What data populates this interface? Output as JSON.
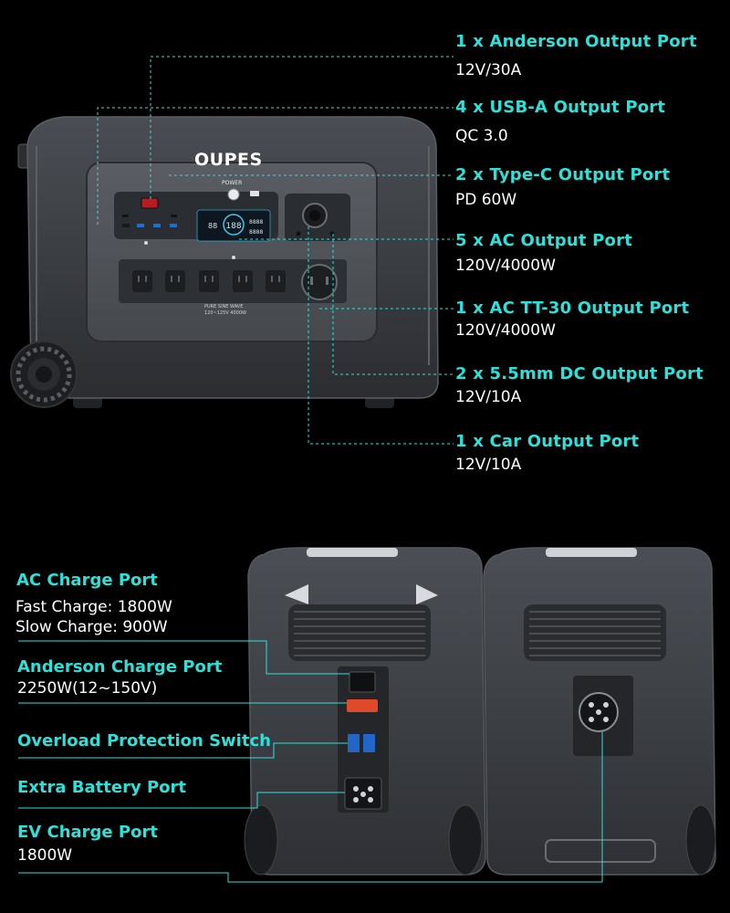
{
  "brand": "OUPES",
  "device_labels": {
    "power": "POWER",
    "pure_sine": "PURE SINE WAVE",
    "rated": "120~125V 4000W"
  },
  "front_ports": [
    {
      "title": "1 x Anderson Output Port",
      "spec": "12V/30A"
    },
    {
      "title": "4 x USB-A Output Port",
      "spec": "QC 3.0"
    },
    {
      "title": "2 x Type-C Output Port",
      "spec": "PD 60W"
    },
    {
      "title": "5 x AC Output Port",
      "spec": "120V/4000W"
    },
    {
      "title": "1 x AC TT-30 Output Port",
      "spec": "120V/4000W"
    },
    {
      "title": "2 x 5.5mm DC Output Port",
      "spec": "12V/10A"
    },
    {
      "title": "1 x Car Output Port",
      "spec": "12V/10A"
    }
  ],
  "back_ports": [
    {
      "title": "AC Charge Port",
      "lines": [
        "Fast Charge: 1800W",
        "Slow Charge: 900W"
      ]
    },
    {
      "title": "Anderson Charge Port",
      "lines": [
        "2250W(12~150V)"
      ]
    },
    {
      "title": "Overload Protection Switch",
      "lines": []
    },
    {
      "title": "Extra Battery Port",
      "lines": []
    },
    {
      "title": "EV Charge Port",
      "lines": [
        "1800W"
      ]
    }
  ],
  "colors": {
    "accent": "#2fe0d8",
    "body": "#3a3d42",
    "dark": "#1d1f22"
  }
}
